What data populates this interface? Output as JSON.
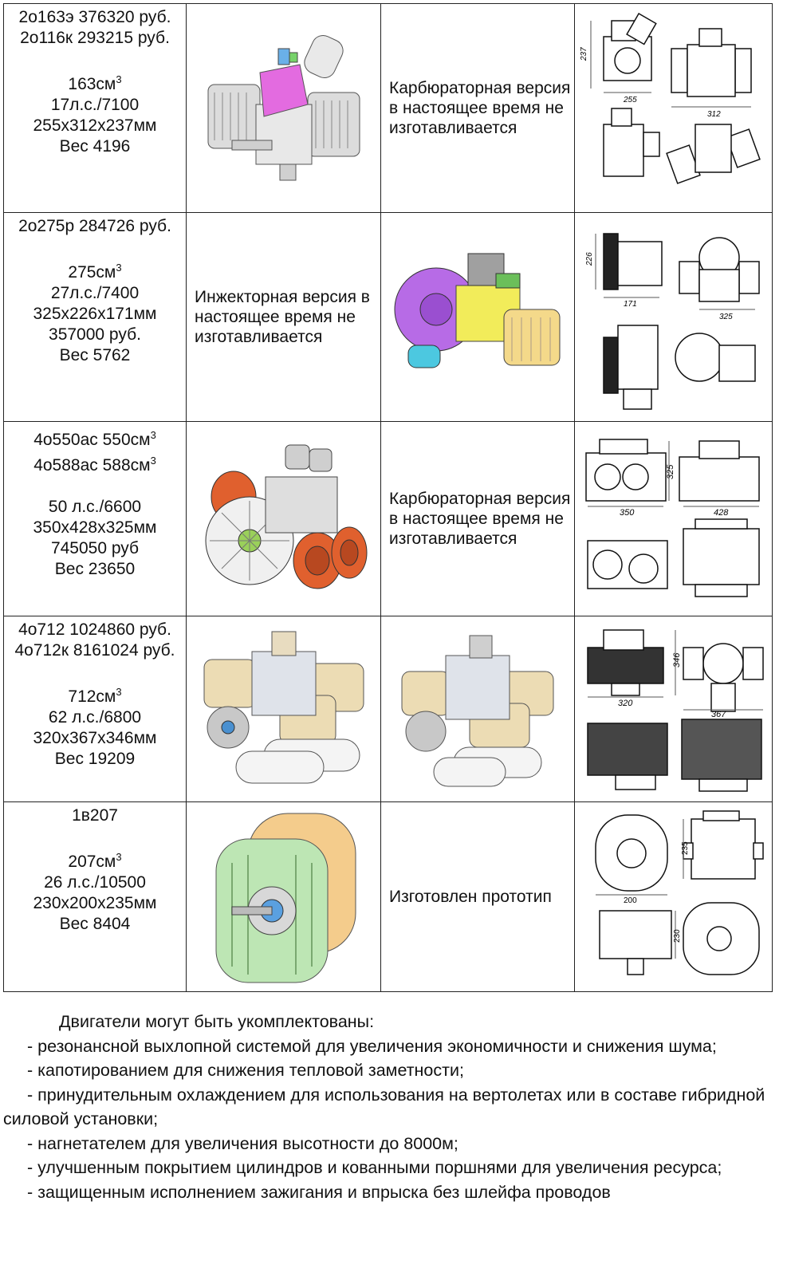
{
  "rows": [
    {
      "spec": {
        "line1": "2о163э 376320 руб.",
        "line2": "2о116к 293215 руб.",
        "displacement": "163см",
        "power": "17л.с./7100",
        "dims": "255х312х237мм",
        "weight": "Вес 4196"
      },
      "note": "Карбюраторная версия в настоящее время не изготавливается",
      "drawing_dims": [
        "237",
        "255",
        "312"
      ]
    },
    {
      "spec": {
        "line1": "2о275р 284726 руб.",
        "displacement": "275см",
        "power": "27л.с./7400",
        "dims": "325х226х171мм",
        "price": "357000 руб.",
        "weight": "Вес 5762"
      },
      "note": "Инжекторная версия в настоящее время не изготавливается",
      "drawing_dims": [
        "226",
        "171",
        "325"
      ]
    },
    {
      "spec": {
        "line1": "4о550ас 550см",
        "line2": "4о588ас 588см",
        "power": "50 л.с./6600",
        "dims": "350х428х325мм",
        "price": "745050 руб",
        "weight": "Вес 23650"
      },
      "note": "Карбюраторная версия в настоящее время не изготавливается",
      "drawing_dims": [
        "325",
        "350",
        "428"
      ]
    },
    {
      "spec": {
        "line1": "4о712 1024860 руб.",
        "line2": "4о712к 8161024 руб.",
        "displacement": "712см",
        "power": "62 л.с./6800",
        "dims": "320х367х346мм",
        "weight": "Вес 19209"
      },
      "drawing_dims": [
        "346",
        "320",
        "367"
      ]
    },
    {
      "spec": {
        "line1": "1в207",
        "displacement": "207см",
        "power": "26 л.с./10500",
        "dims": "230х200х235мм",
        "weight": "Вес 8404"
      },
      "note": "Изготовлен прототип",
      "drawing_dims": [
        "235",
        "200",
        "230"
      ]
    }
  ],
  "superscript": "3",
  "text": {
    "intro": "Двигатели могут быть укомплектованы:",
    "item1": "- резонансной выхлопной системой для увеличения экономичности и снижения шума;",
    "item2": "- капотированием для снижения тепловой заметности;",
    "item3": "- принудительным охлаждением для использования на вертолетах или в составе гибридной силовой установки;",
    "item4": "- нагнетателем для увеличения высотности до 8000м;",
    "item5": "- улучшенным покрытием цилиндров и кованными поршнями для увеличения ресурса;",
    "item6": "- защищенным исполнением зажигания и впрыска без шлейфа проводов"
  }
}
